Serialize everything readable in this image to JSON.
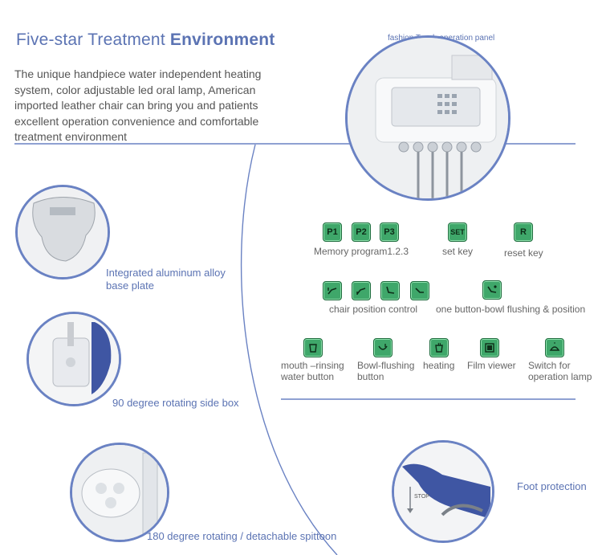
{
  "header": {
    "title_light": "Five-star Treatment ",
    "title_bold": "Environment",
    "intro": "The unique handpiece water independent heating system, color adjustable led oral lamp, American imported leather chair can bring you and patients excellent operation convenience and comfortable treatment environment"
  },
  "panel": {
    "caption": "fashion  Touch operation panel"
  },
  "features": {
    "base_plate": "Integrated aluminum alloy base plate",
    "side_box": "90 degree rotating side box",
    "spittoon": "180 degree rotating / detachable spittoon",
    "foot": "Foot protection",
    "stop_label": "STOP"
  },
  "keys": {
    "row1": {
      "p1": "P1",
      "p2": "P2",
      "p3": "P3",
      "set": "SET",
      "reset": "R",
      "memory_label": "Memory program1.2.3",
      "set_label": "set key",
      "reset_label": "reset key"
    },
    "row2": {
      "chair_label": "chair position control",
      "bowl_label": "one button-bowl flushing & position"
    },
    "row3": {
      "mouth_label": "mouth –rinsing water button",
      "bowlflush_label": "Bowl-flushing button",
      "heating_label": "heating",
      "film_label": "Film viewer",
      "lamp_label": "Switch for operation lamp"
    }
  },
  "colors": {
    "accent": "#5b73b3",
    "key_green": "#3fa76a",
    "chair_blue": "#3f56a3"
  }
}
